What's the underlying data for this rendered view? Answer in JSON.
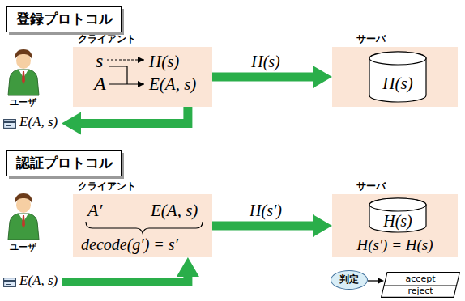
{
  "diagram": {
    "nodes": [
      {
        "text": [
          "登録プロトコル"
        ]
      },
      {
        "text": [
          "クライアント",
          "s",
          "A",
          "H(s)",
          "E(A, s)"
        ]
      },
      {
        "text": [
          "サーバ"
        ]
      },
      {
        "text": [
          "H(s)"
        ],
        "in": 2
      },
      {
        "text": [
          "E(A, s)"
        ]
      },
      {
        "text": [
          "認証プロトコル"
        ]
      },
      {
        "text": [
          "クライアント",
          "A′",
          "E(A, s)",
          "decode(g′) = s′"
        ]
      },
      {
        "text": [
          "サーバ",
          "H(s′) = H(s)"
        ]
      },
      {
        "text": [
          "H(s)"
        ],
        "in": 7
      },
      {
        "text": [
          "E(A, s)"
        ]
      },
      {
        "text": [
          "判定"
        ]
      },
      {
        "text": [
          "accept",
          "reject"
        ]
      }
    ],
    "edges": [
      {
        "from": 1,
        "to": 2,
        "label": "H(s)",
        "arrow": "to"
      },
      {
        "from": 1,
        "to": 4,
        "arrow": "to"
      },
      {
        "from": 9,
        "to": 6,
        "arrow": "to"
      },
      {
        "from": 6,
        "to": 7,
        "label": "H(s′)",
        "arrow": "to"
      },
      {
        "from": 10,
        "to": 11,
        "arrow": "to"
      }
    ],
    "labels": [
      "ユーザ",
      "ユーザ"
    ]
  }
}
